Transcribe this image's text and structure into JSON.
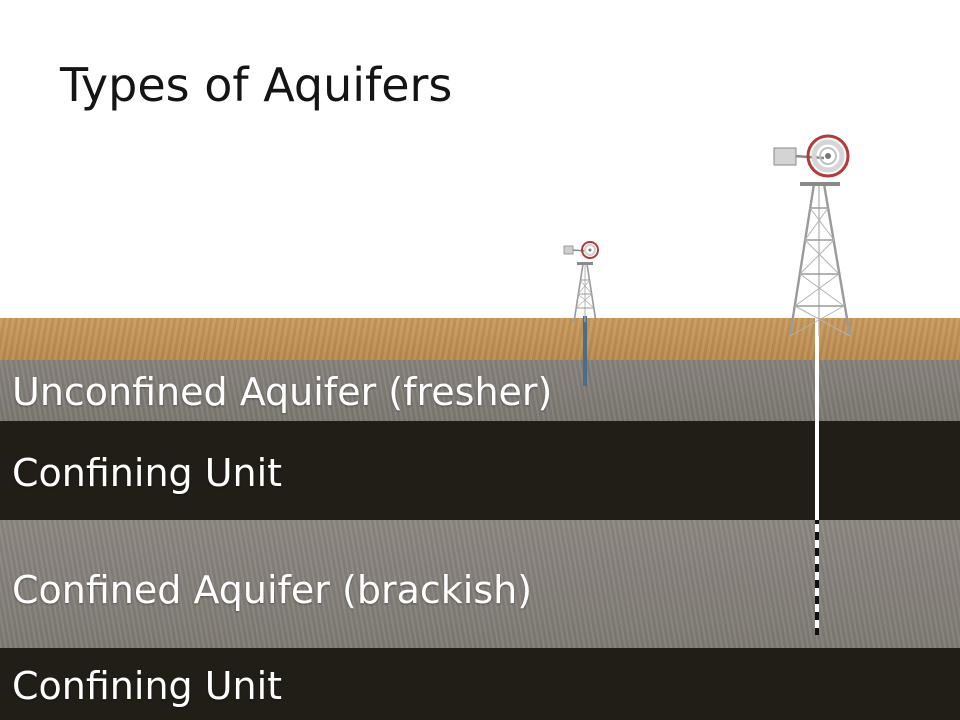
{
  "title": "Types of Aquifers",
  "layers": {
    "unconfined_aquifer": "Unconfined Aquifer (fresher)",
    "confining_unit_upper": "Confining Unit",
    "confined_aquifer": "Confined Aquifer (brackish)",
    "confining_unit_lower": "Confining Unit"
  },
  "colors": {
    "topsoil": "#c99a5c",
    "unconfined_aquifer": "#88837c",
    "confining_unit": "#211e17",
    "confined_aquifer": "#8d8882",
    "shallow_well": "#4a6d8c",
    "deep_well": "#ffffff"
  }
}
